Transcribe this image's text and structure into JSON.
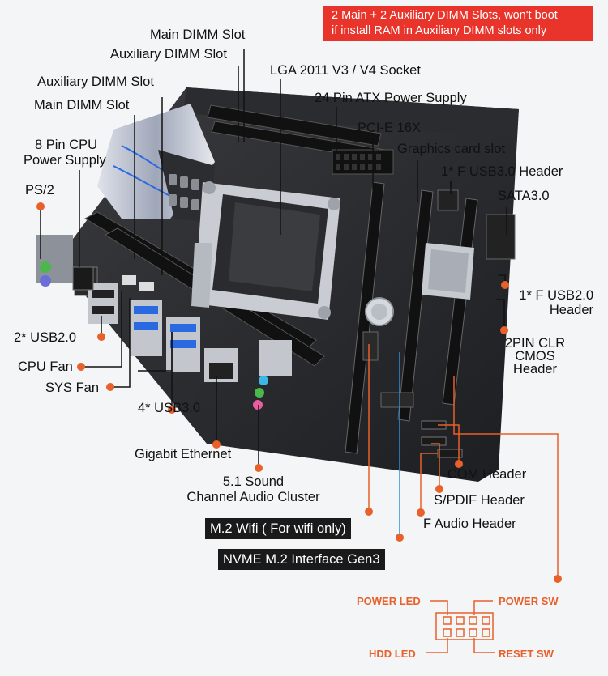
{
  "notice": {
    "line1": "2 Main + 2 Auxiliary DIMM Slots, won't boot",
    "line2": "if install RAM in Auxiliary DIMM slots only"
  },
  "labels": {
    "main_dimm_top": "Main DIMM Slot",
    "aux_dimm_top": "Auxiliary DIMM Slot",
    "aux_dimm_left": "Auxiliary DIMM Slot",
    "main_dimm_left": "Main DIMM Slot",
    "cpu_power_1": "8 Pin CPU",
    "cpu_power_2": "Power Supply",
    "ps2": "PS/2",
    "lga": "LGA 2011 V3 / V4 Socket",
    "atx": "24 Pin ATX Power Supply",
    "pcie": "PCI-E 16X",
    "gfx": "Graphics card slot",
    "f_usb3": "1* F USB3.0 Header",
    "sata": "SATA3.0",
    "f_usb2_1": "1* F USB2.0",
    "f_usb2_2": "Header",
    "clr_1": "2PIN CLR",
    "clr_2": "CMOS",
    "clr_3": "Header",
    "usb2": "2* USB2.0",
    "cpu_fan": "CPU Fan",
    "sys_fan": "SYS Fan",
    "usb3": "4* USB3.0",
    "ethernet": "Gigabit Ethernet",
    "audio_1": "5.1 Sound",
    "audio_2": "Channel Audio Cluster",
    "m2_wifi": "M.2 Wifi ( For wifi only)",
    "nvme": "NVME M.2 Interface Gen3",
    "com": "COM Header",
    "spdif": "S/PDIF Header",
    "f_audio": "F Audio Header"
  },
  "front_panel": {
    "power_led": "POWER LED",
    "power_sw": "POWER SW",
    "hdd_led": "HDD  LED",
    "reset_sw": "RESET SW"
  },
  "colors": {
    "accent_orange": "#e8602a",
    "notice_red": "#e8342a",
    "nvme_blue": "#2a8de0",
    "board_dark": "#232427"
  }
}
